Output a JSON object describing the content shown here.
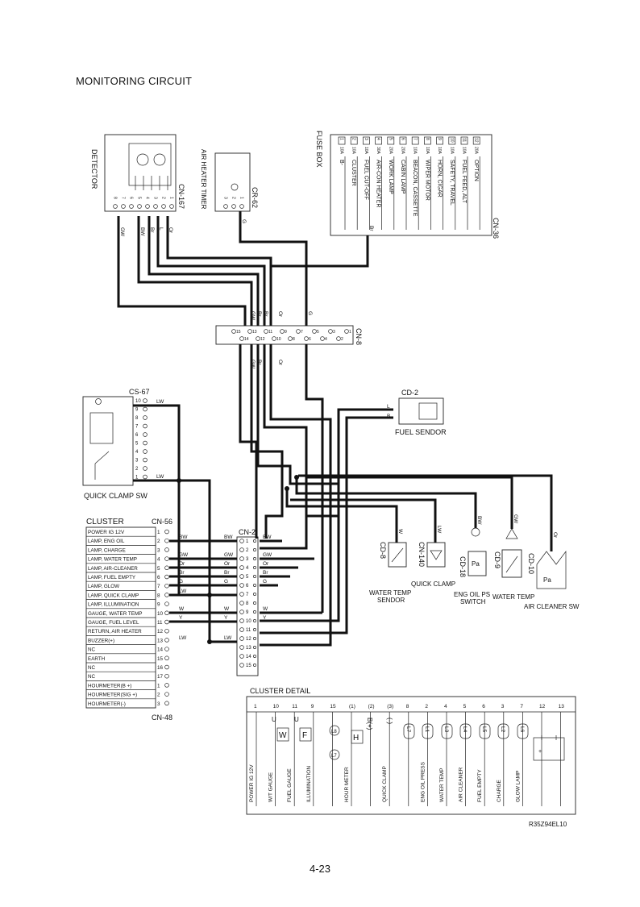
{
  "title": "MONITORING CIRCUIT",
  "page_number": "4-23",
  "drawing_code": "R35Z94EL10",
  "connectors": {
    "cn167": "CN-167",
    "cr62": "CR-62",
    "cn36": "CN-36",
    "cn8": "CN-8",
    "cs67": "CS-67",
    "cn56": "CN-56",
    "cn2": "CN-2",
    "cn48": "CN-48",
    "cd2": "CD-2",
    "cd8": "CD-8",
    "cn140": "CN-140",
    "cd18": "CD-18",
    "cd9": "CD-9",
    "cd10": "CD-10"
  },
  "components": {
    "detector": "DETECTOR",
    "air_heater_timer": "AIR HEATER TIMER",
    "fuse_box": "FUSE BOX",
    "fuel_sendor": "FUEL SENDOR",
    "quick_clamp_sw": "QUICK CLAMP SW",
    "cluster": "CLUSTER",
    "cluster_detail": "CLUSTER DETAIL",
    "water_temp_sendor_1": "WATER TEMP",
    "water_temp_sendor_2": "SENDOR",
    "quick_clamp": "QUICK CLAMP",
    "eng_oil_ps_1": "ENG OIL PS",
    "eng_oil_ps_2": "SWITCH",
    "water_temp": "WATER TEMP",
    "air_cleaner_sw": "AIR CLEANER SW"
  },
  "fuses": [
    {
      "no": "1",
      "amp": "10A",
      "label": "B-"
    },
    {
      "no": "2",
      "amp": "10A",
      "label": "CLUSTER"
    },
    {
      "no": "3",
      "amp": "10A",
      "label": "FUEL CUT-OFF"
    },
    {
      "no": "4",
      "amp": "30A",
      "label": "AIR-CON HEATER"
    },
    {
      "no": "5",
      "amp": "20A",
      "label": "WORK LAMP"
    },
    {
      "no": "6",
      "amp": "20A",
      "label": "CABIN LAMP"
    },
    {
      "no": "7",
      "amp": "10A",
      "label": "BEACON, CASSETTE"
    },
    {
      "no": "8",
      "amp": "10A",
      "label": "WIPER MOTOR"
    },
    {
      "no": "9",
      "amp": "10A",
      "label": "HORN, CIGAR"
    },
    {
      "no": "10",
      "amp": "10A",
      "label": "SAFETY, TRAVEL"
    },
    {
      "no": "11",
      "amp": "10A",
      "label": "FUEL FEED, ALT"
    },
    {
      "no": "12",
      "amp": "20A",
      "label": "OPTION"
    }
  ],
  "cluster_rows": [
    "POWER IG 12V",
    "LAMP, ENG OIL",
    "LAMP, CHARGE",
    "LAMP, WATER TEMP",
    "LAMP, AIR-CLEANER",
    "LAMP, FUEL EMPTY",
    "LAMP, GLOW",
    "LAMP, QUICK CLAMP",
    "LAMP, ILLUMINATION",
    "GAUGE, WATER TEMP",
    "GAUGE, FUEL LEVEL",
    "RETURN, AIR HEATER",
    "BUZZER(+)",
    "NC",
    "EARTH",
    "NC",
    "NC",
    "HOURMETER(B +)",
    "HOURMETER(SIG +)",
    "HOURMETER(-)"
  ],
  "cluster_pins": [
    "1",
    "2",
    "3",
    "4",
    "5",
    "6",
    "7",
    "8",
    "9",
    "10",
    "11",
    "12",
    "13",
    "14",
    "15",
    "16",
    "17",
    "1",
    "2",
    "3"
  ],
  "cn2_pins": [
    "1",
    "2",
    "3",
    "4",
    "5",
    "6",
    "7",
    "8",
    "9",
    "10",
    "11",
    "12",
    "13",
    "14",
    "15"
  ],
  "cn8_pins": [
    "1",
    "2",
    "3",
    "4",
    "5",
    "6",
    "7",
    "8",
    "9",
    "10",
    "11",
    "12",
    "13",
    "14",
    "15"
  ],
  "cs67_pins": [
    "10",
    "9",
    "8",
    "7",
    "6",
    "5",
    "4",
    "3",
    "2",
    "1"
  ],
  "wire_codes": {
    "bw": "BW",
    "gw": "GW",
    "or": "Or",
    "br": "Br",
    "g": "G",
    "lw": "LW",
    "w": "W",
    "y": "Y",
    "l": "L",
    "b": "B"
  },
  "detail_columns": [
    {
      "pin": "1",
      "label": "POWER IG 12V"
    },
    {
      "pin": "10",
      "label": "W/T GAUGE"
    },
    {
      "pin": "11",
      "label": "FUEL GAUGE"
    },
    {
      "pin": "9",
      "label": "ILLUMINATION"
    },
    {
      "pin": "15",
      "label": ""
    },
    {
      "pin": "(1)",
      "label": "HOUR METER"
    },
    {
      "pin": "(2)",
      "label": ""
    },
    {
      "pin": "(3)",
      "label": "QUICK CLAMP"
    },
    {
      "pin": "8",
      "label": ""
    },
    {
      "pin": "2",
      "label": "ENG OIL PRESS"
    },
    {
      "pin": "4",
      "label": "WATER TEMP"
    },
    {
      "pin": "5",
      "label": "AIR CLEANER"
    },
    {
      "pin": "6",
      "label": "FUEL EMPTY"
    },
    {
      "pin": "3",
      "label": "CHARGE"
    },
    {
      "pin": "7",
      "label": "GLOW LAMP"
    },
    {
      "pin": "12",
      "label": ""
    },
    {
      "pin": "13",
      "label": ""
    }
  ],
  "detail_symbols": {
    "w": "W",
    "f": "F",
    "h": "H",
    "u": "U",
    "plus": "+",
    "minus": "(-)",
    "b_plus": "B(+)",
    "l8": "L8",
    "l7": "L7",
    "l1": "L1",
    "l3": "L3",
    "l4": "L4",
    "l5": "L5",
    "l2": "L2",
    "l6": "L6",
    "pa": "Pa"
  }
}
